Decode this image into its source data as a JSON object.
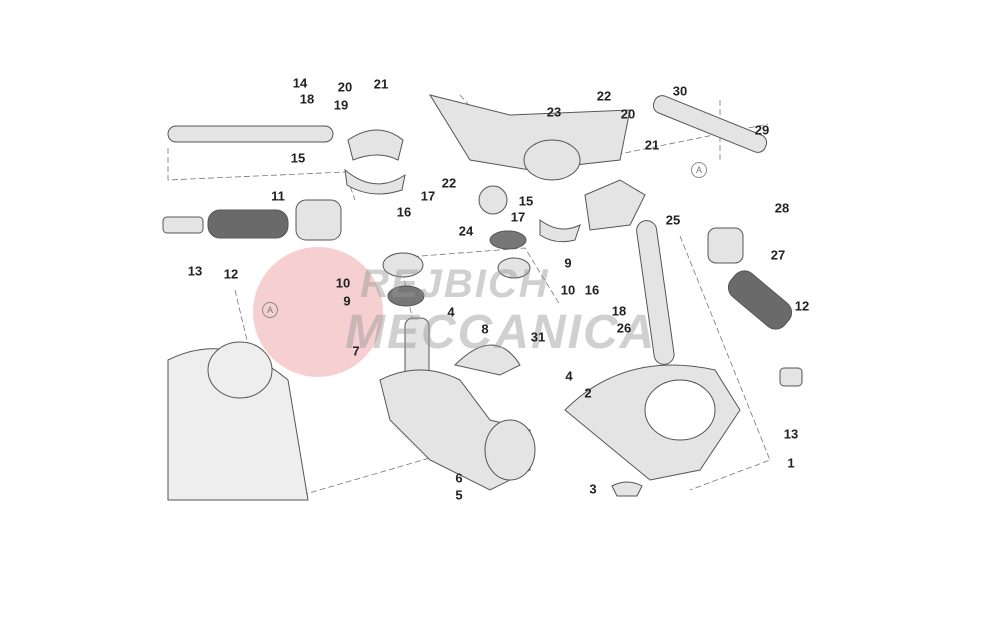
{
  "watermark": {
    "line1": "REJBICH",
    "line2": "MECCANICA"
  },
  "reference_marks": [
    "A",
    "A"
  ],
  "callouts": [
    "14",
    "18",
    "20",
    "19",
    "21",
    "15",
    "17",
    "16",
    "11",
    "13",
    "12",
    "10",
    "9",
    "22",
    "23",
    "22",
    "24",
    "15",
    "17",
    "9",
    "10",
    "16",
    "20",
    "21",
    "30",
    "29",
    "28",
    "25",
    "27",
    "12",
    "18",
    "26",
    "4",
    "8",
    "31",
    "7",
    "4",
    "2",
    "13",
    "1",
    "3",
    "6",
    "5"
  ],
  "colors": {
    "line": "#555555",
    "part_fill": "#d8d8d8",
    "grip": "#6a6a6a",
    "watermark_red": "#f2b8b8"
  }
}
